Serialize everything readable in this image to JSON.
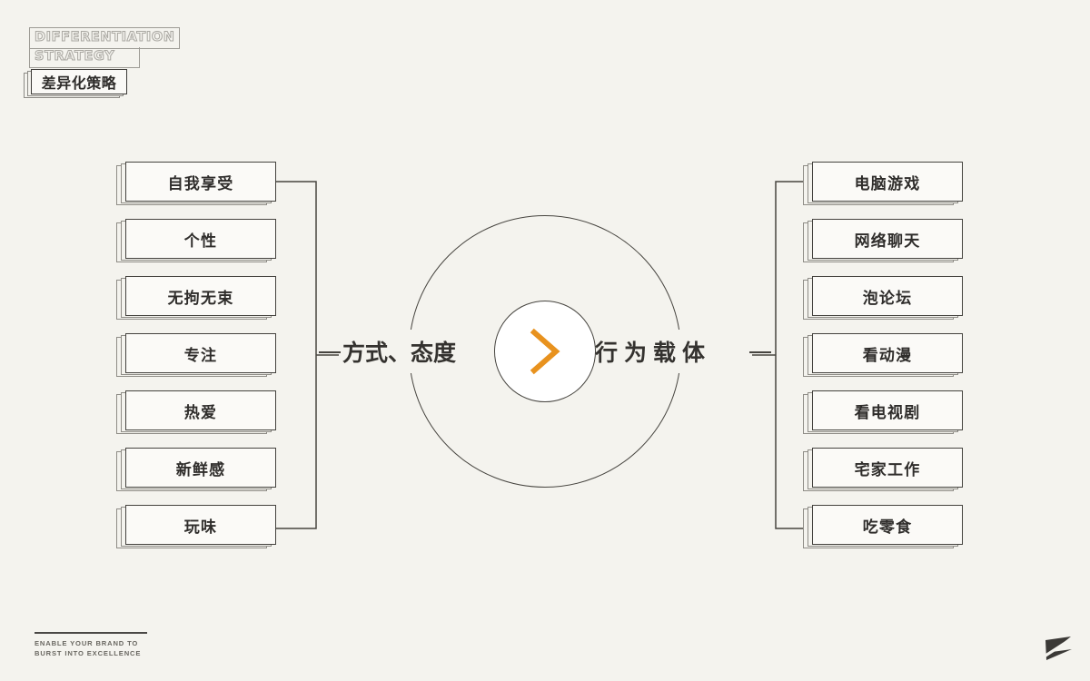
{
  "background_color": "#f4f3ee",
  "accent_color": "#e8921e",
  "line_color": "#46443f",
  "logo": {
    "english_line_1": "DIFFERENTIATION",
    "english_line_2": "STRATEGY",
    "chinese": "差异化策略"
  },
  "center": {
    "left_label": "方式、态度",
    "right_label": "行为载体",
    "chevron_icon": "chevron-right-icon"
  },
  "left_column": {
    "heading": "方式、态度",
    "items": [
      {
        "label": "自我享受"
      },
      {
        "label": "个性"
      },
      {
        "label": "无拘无束"
      },
      {
        "label": "专注"
      },
      {
        "label": "热爱"
      },
      {
        "label": "新鲜感"
      },
      {
        "label": "玩味"
      }
    ]
  },
  "right_column": {
    "heading": "行为载体",
    "items": [
      {
        "label": "电脑游戏"
      },
      {
        "label": "网络聊天"
      },
      {
        "label": "泡论坛"
      },
      {
        "label": "看动漫"
      },
      {
        "label": "看电视剧"
      },
      {
        "label": "宅家工作"
      },
      {
        "label": "吃零食"
      }
    ]
  },
  "footer": {
    "tagline_line_1": "ENABLE YOUR BRAND TO BURST",
    "tagline_line_2": "INTO EXCELLENCE",
    "mark": "z-logo-mark"
  }
}
